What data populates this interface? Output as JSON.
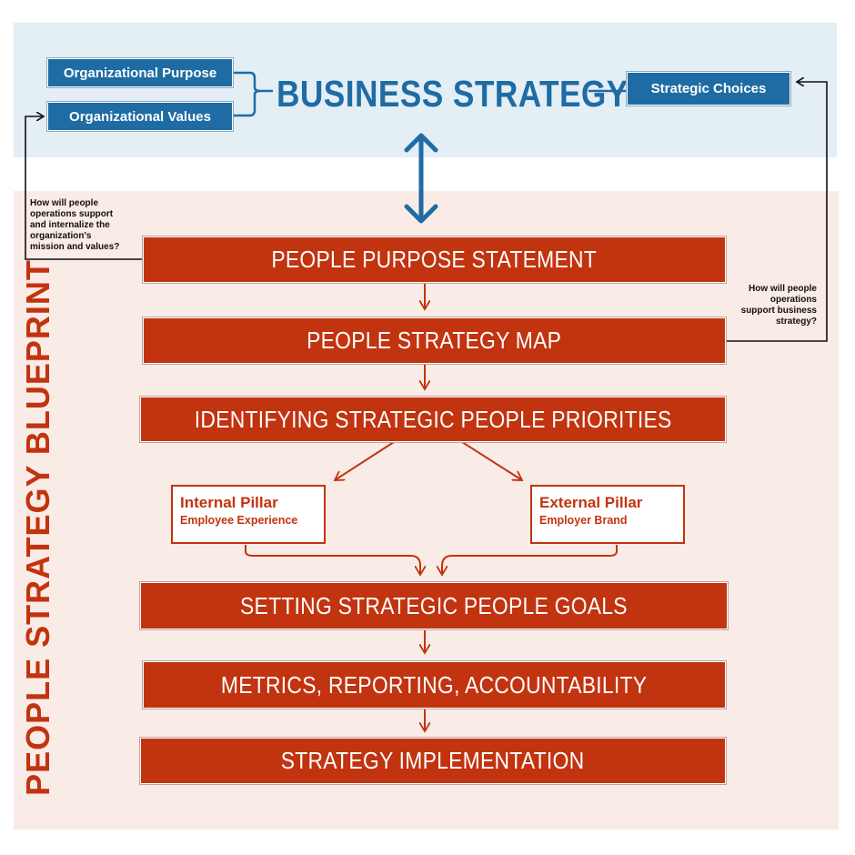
{
  "business": {
    "title": "BUSINESS STRATEGY",
    "org_purpose": "Organizational Purpose",
    "org_values": "Organizational Values",
    "strategic_choices": "Strategic Choices"
  },
  "blueprint": {
    "vertical_title": "PEOPLE STRATEGY BLUEPRINT",
    "question_left": [
      "How will people",
      "operations support",
      "and internalize the",
      "organization's",
      "mission and values?"
    ],
    "question_right": [
      "How will people",
      "operations",
      "support business",
      "strategy?"
    ],
    "steps": {
      "purpose": "PEOPLE PURPOSE STATEMENT",
      "map": "PEOPLE STRATEGY MAP",
      "priorities": "IDENTIFYING STRATEGIC PEOPLE PRIORITIES",
      "goals": "SETTING STRATEGIC PEOPLE GOALS",
      "metrics": "METRICS, REPORTING, ACCOUNTABILITY",
      "implementation": "STRATEGY IMPLEMENTATION"
    },
    "internal_pillar": {
      "title": "Internal Pillar",
      "subtitle": "Employee Experience"
    },
    "external_pillar": {
      "title": "External Pillar",
      "subtitle": "Employer Brand"
    }
  },
  "colors": {
    "blue": "#1e6ca3",
    "red": "#c2330f",
    "top_bg": "#e3eef5",
    "bottom_bg": "#f9ebe6"
  }
}
